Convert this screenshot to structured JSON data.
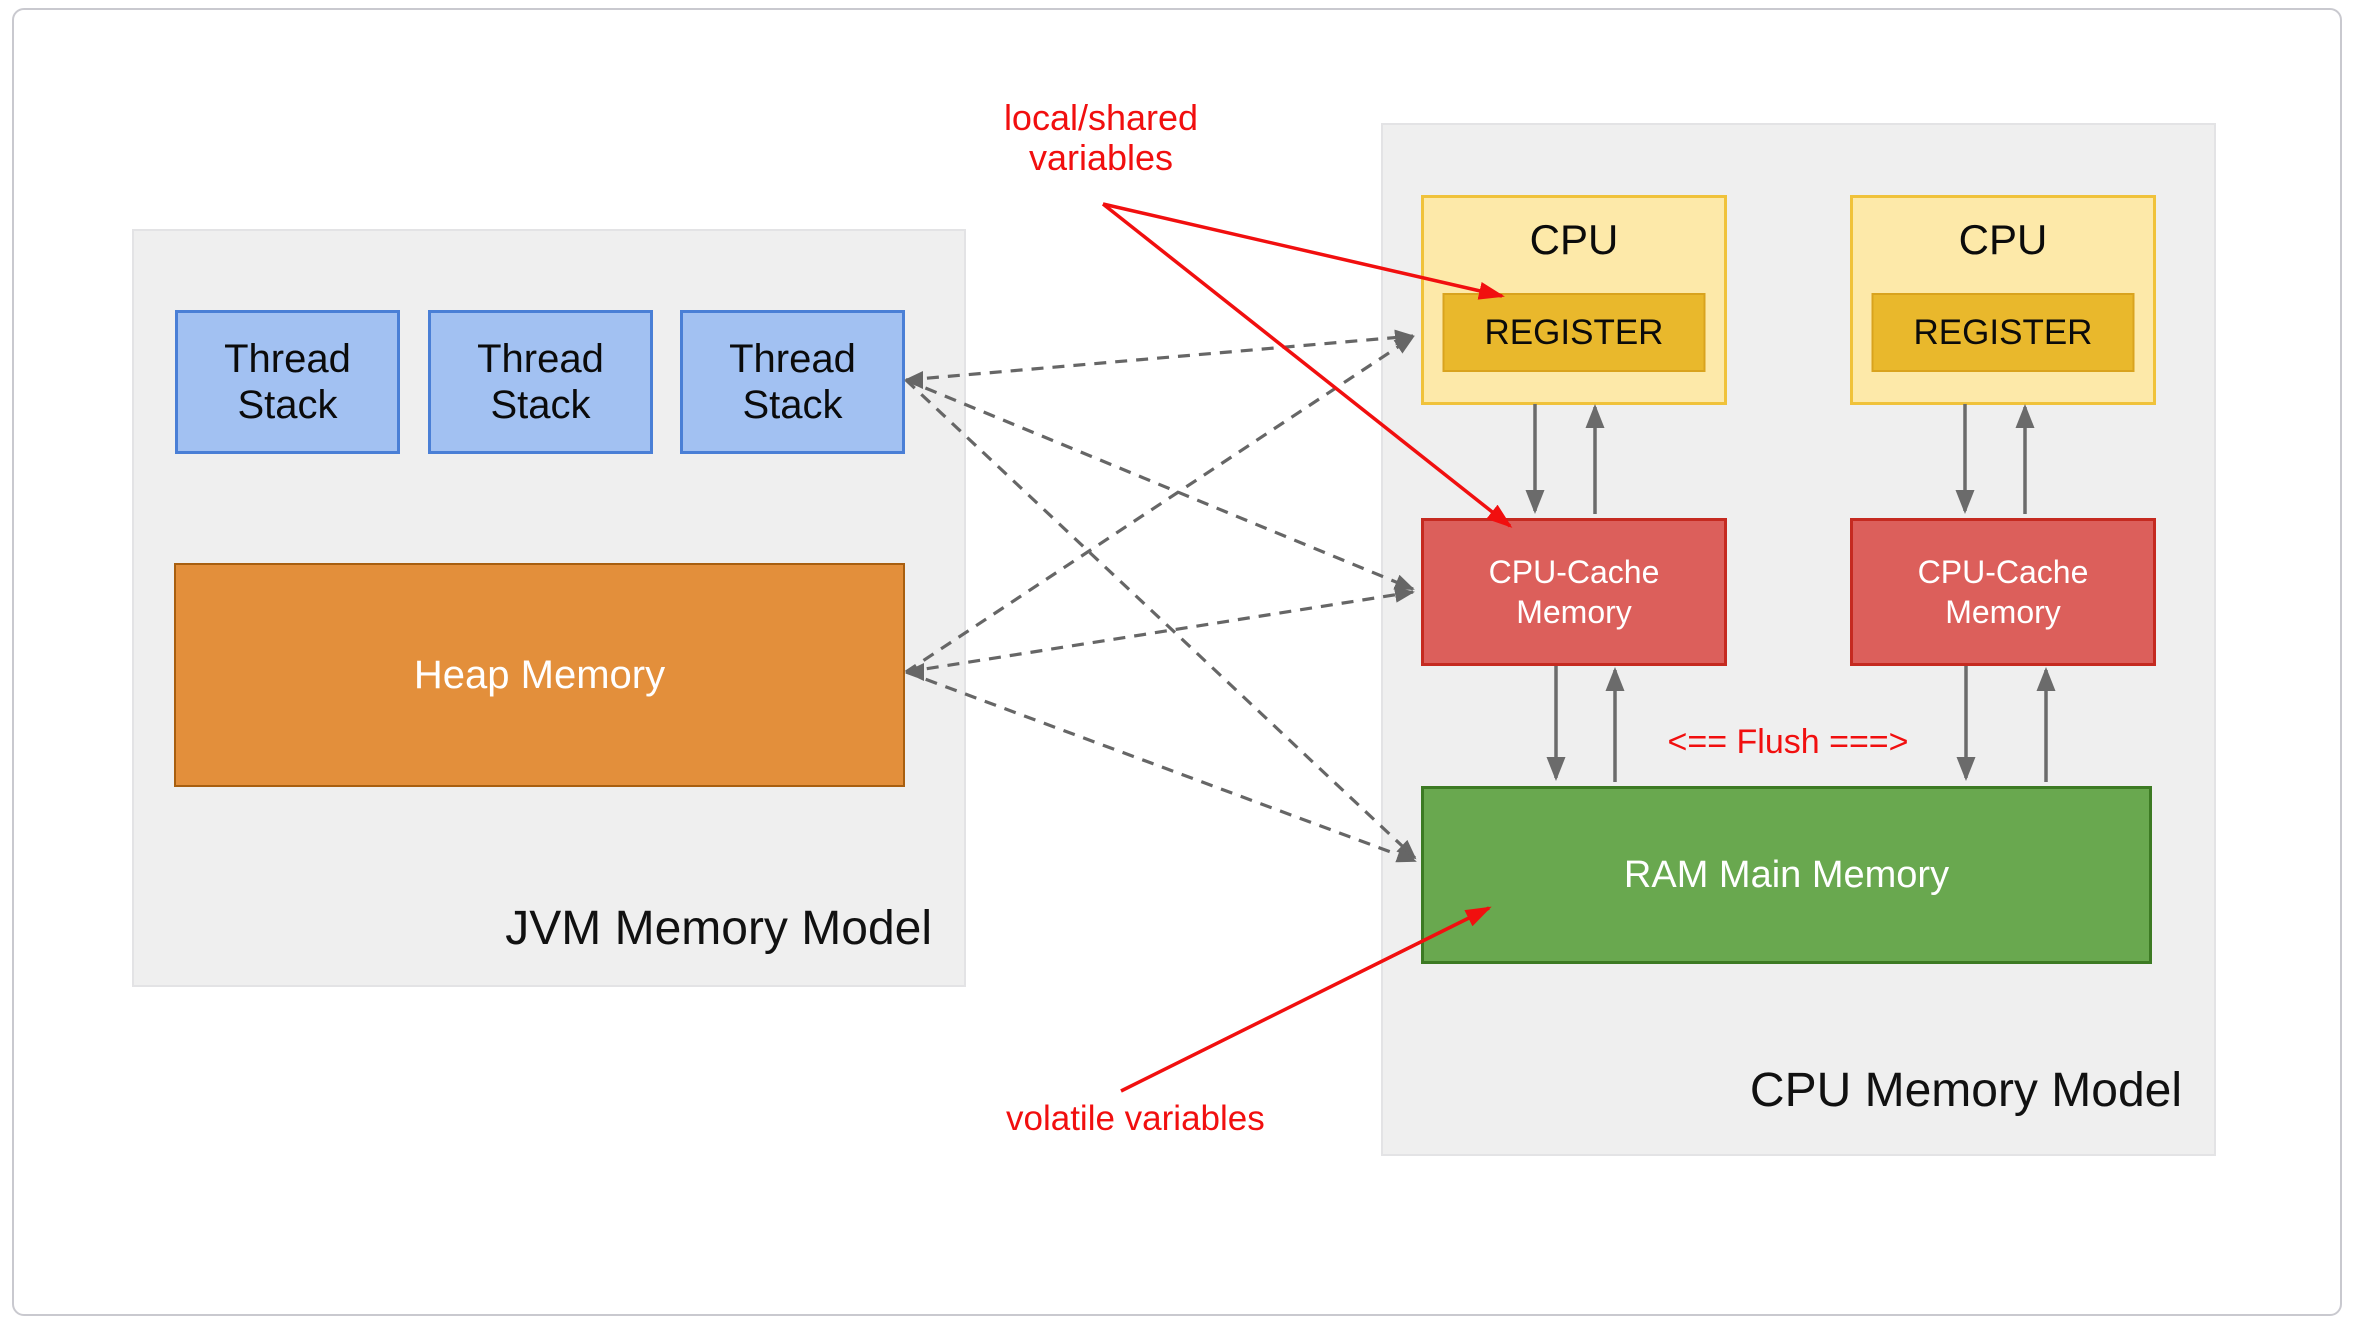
{
  "jvm_panel": {
    "title": "JVM Memory Model",
    "thread_stacks": [
      {
        "label": "Thread Stack"
      },
      {
        "label": "Thread Stack"
      },
      {
        "label": "Thread Stack"
      }
    ],
    "heap_label": "Heap Memory"
  },
  "cpu_panel": {
    "title": "CPU Memory Model",
    "cpus": [
      {
        "cpu_label": "CPU",
        "register_label": "REGISTER",
        "cache_label": "CPU-Cache Memory"
      },
      {
        "cpu_label": "CPU",
        "register_label": "REGISTER",
        "cache_label": "CPU-Cache Memory"
      }
    ],
    "ram_label": "RAM Main Memory",
    "flush_label": "<== Flush ===>"
  },
  "annotations": {
    "local_shared": "local/shared variables",
    "volatile": "volatile variables"
  },
  "colors": {
    "canvas_bg": "#ffffff",
    "frame_border": "#c9c9cf",
    "panel_fill": "#efefef",
    "panel_border": "#e3e3e5",
    "thread_fill": "#a2c1f2",
    "thread_border": "#4a7fd6",
    "heap_fill": "#e38f3b",
    "heap_border": "#a85f10",
    "cpu_fill": "#fde9a9",
    "cpu_border": "#f0c23a",
    "register_fill": "#e9b82c",
    "register_border": "#d9a31e",
    "cache_fill": "#dc5f5b",
    "cache_border": "#c52a20",
    "ram_fill": "#69a84f",
    "ram_border": "#3c7a23",
    "connector_gray": "#666666",
    "arrow_gray": "#6b6b6b",
    "annotation_red": "#f10f0f"
  }
}
